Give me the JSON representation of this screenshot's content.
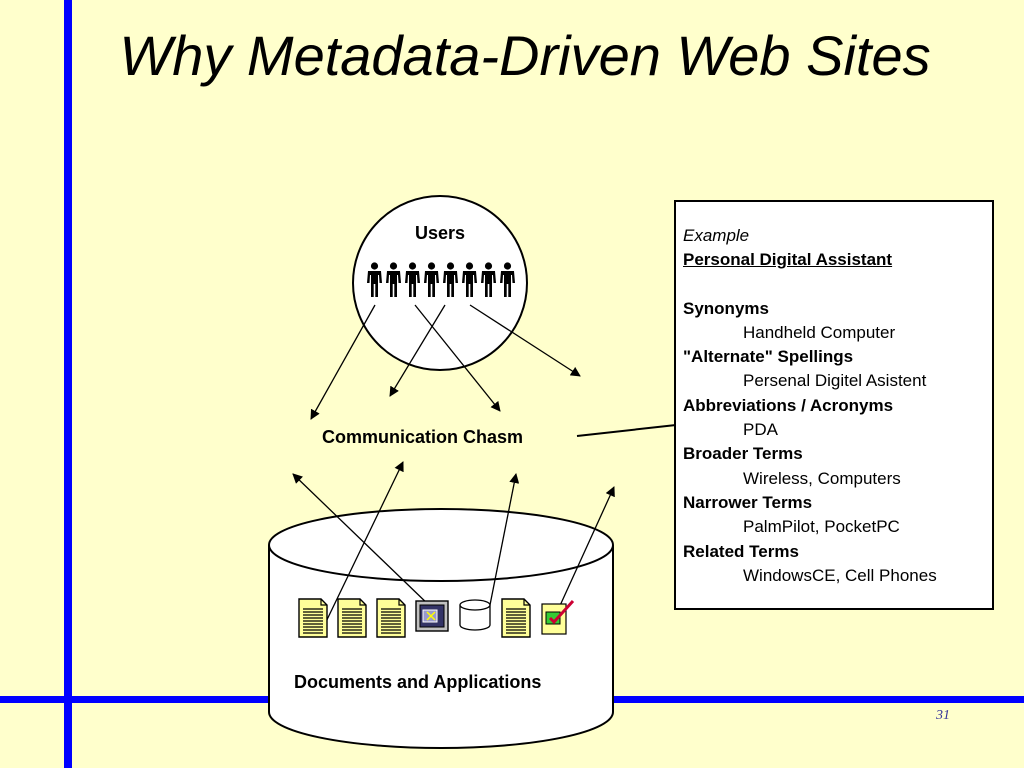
{
  "slide": {
    "title": "Why Metadata-Driven Web Sites",
    "page_number": "31",
    "accent_color": "#0000ff",
    "background_color": "#ffffcc"
  },
  "diagram": {
    "users_label": "Users",
    "people_count": 8,
    "chasm_label": "Communication Chasm",
    "repository_label": "Documents and Applications",
    "repository_icons": [
      "document-icon",
      "document-icon",
      "document-icon",
      "application-window-icon",
      "database-icon",
      "document-icon",
      "checklist-icon"
    ]
  },
  "example": {
    "caption": "Example",
    "heading": "Personal Digital Assistant",
    "entries": [
      {
        "term": "Synonyms",
        "value": "Handheld Computer"
      },
      {
        "term": "\"Alternate\" Spellings",
        "value": "Persenal Digitel Asistent"
      },
      {
        "term": "Abbreviations / Acronyms",
        "value": "PDA"
      },
      {
        "term": "Broader Terms",
        "value": "Wireless, Computers"
      },
      {
        "term": "Narrower Terms",
        "value": "PalmPilot, PocketPC"
      },
      {
        "term": "Related Terms",
        "value": "WindowsCE, Cell Phones"
      }
    ]
  }
}
